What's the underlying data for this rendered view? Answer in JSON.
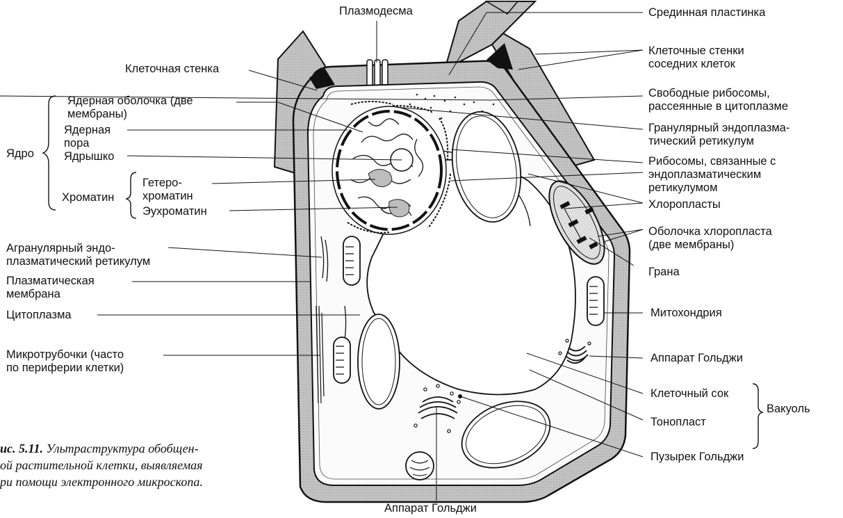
{
  "labels": {
    "plasmodesma": "Плазмодесма",
    "middle_lamella": "Срединная пластинка",
    "neighbor_walls": "Клеточные стенки\nсоседних клеток",
    "cell_wall": "Клеточная стенка",
    "free_ribosomes": "Свободные рибосомы,\nрассеянные в цитоплазме",
    "nuclear_envelope": "Ядерная оболочка (две\nмембраны)",
    "nuclear_pore": "Ядерная\nпора",
    "rough_er": "Гранулярный эндоплазма-\nтический ретикулум",
    "nucleus": "Ядро",
    "nucleolus": "Ядрышко",
    "er_ribosomes": "Рибосомы, связанные с\nэндоплазматическим\nретикулумом",
    "chromatin": "Хроматин",
    "heterochromatin": "Гетеро-\nхроматин",
    "euchromatin": "Эухроматин",
    "chloroplasts": "Хлоропласты",
    "smooth_er": "Агранулярный эндо-\nплазматический ретикулум",
    "chloroplast_envelope": "Оболочка хлоропласта\n(две мембраны)",
    "grana": "Грана",
    "plasma_membrane": "Плазматическая\nмембрана",
    "cytoplasm": "Цитоплазма",
    "mitochondrion": "Митохондрия",
    "microtubules": "Микротрубочки (часто\nпо периферии клетки)",
    "golgi_right": "Аппарат Гольджи",
    "cell_sap": "Клеточный сок",
    "vacuole": "Вакуоль",
    "tonoplast": "Тонопласт",
    "golgi_vesicle": "Пузырек Гольджи",
    "golgi_bottom": "Аппарат Гольджи"
  },
  "caption": {
    "number": "ис. 5.11.",
    "text": " Ультраструктура обобщен-\nой растительной клетки, выявляемая\nри помощи электронного микроскопа."
  }
}
